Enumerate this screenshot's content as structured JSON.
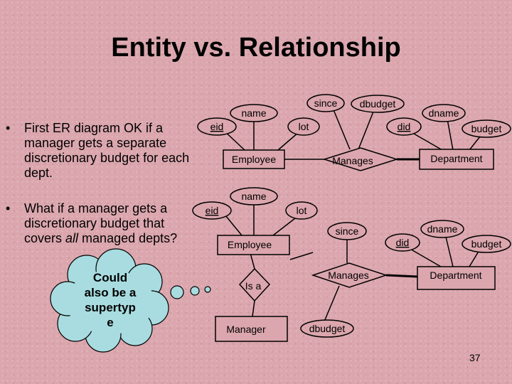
{
  "slide": {
    "title": "Entity vs. Relationship",
    "page_number": "37"
  },
  "bullets": [
    {
      "text": "First ER diagram OK if a manager gets a separate discretionary budget for each dept."
    },
    {
      "text_before": "What if a manager gets a discretionary budget that covers ",
      "text_emphasis": "all",
      "text_after": " managed depts?"
    }
  ],
  "callout": {
    "text": "Could also be a supertyp e"
  },
  "diagram1": {
    "entities": {
      "employee": "Employee",
      "department": "Department"
    },
    "relationship": "Manages",
    "attributes": {
      "eid": "eid",
      "name": "name",
      "lot": "lot",
      "since": "since",
      "dbudget": "dbudget",
      "did": "did",
      "dname": "dname",
      "budget": "budget"
    }
  },
  "diagram2": {
    "entities": {
      "employee": "Employee",
      "department": "Department",
      "manager": "Manager"
    },
    "relationships": {
      "manages": "Manages",
      "isa": "Is a"
    },
    "attributes": {
      "eid": "eid",
      "name": "name",
      "lot": "lot",
      "since": "since",
      "did": "did",
      "dname": "dname",
      "budget": "budget",
      "dbudget": "dbudget"
    }
  }
}
